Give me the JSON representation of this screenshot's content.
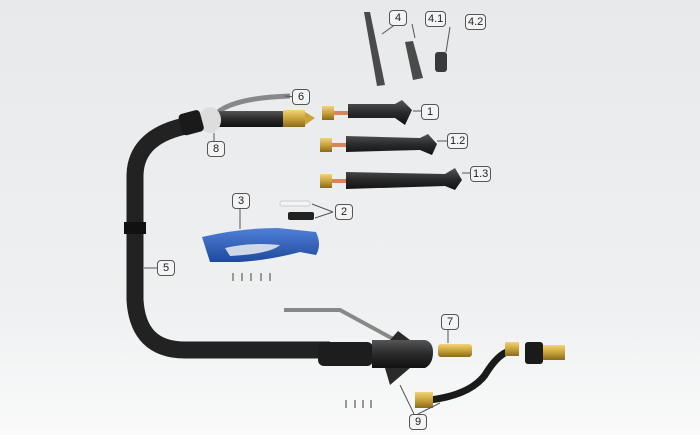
{
  "callouts": {
    "c4": "4",
    "c41": "4.1",
    "c42": "4.2",
    "c6": "6",
    "c1": "1",
    "c8": "8",
    "c12": "1.2",
    "c13": "1.3",
    "c3": "3",
    "c2": "2",
    "c5": "5",
    "c7": "7",
    "c9": "9"
  },
  "colors": {
    "hose": "#232323",
    "brass": "#c9a23a",
    "handle": "#2e5fb8",
    "copper": "#d9845a"
  }
}
